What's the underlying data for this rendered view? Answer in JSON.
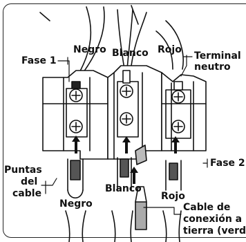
{
  "labels": {
    "fase1": "Fase 1",
    "negro_top": "Negro",
    "blanco_top": "Blanco",
    "rojo_top": "Rojo",
    "terminal_neutro_line1": "Terminal",
    "terminal_neutro_line2": "neutro",
    "fase2": "Fase 2",
    "puntas_line1": "Puntas",
    "puntas_line2": "del",
    "puntas_line3": "cable",
    "negro_bottom": "Negro",
    "blanco_bottom": "Blanco",
    "rojo_bottom": "Rojo",
    "tierra_line1": "Cable de",
    "tierra_line2": "conexión a",
    "tierra_line3": "tierra (verde)"
  }
}
